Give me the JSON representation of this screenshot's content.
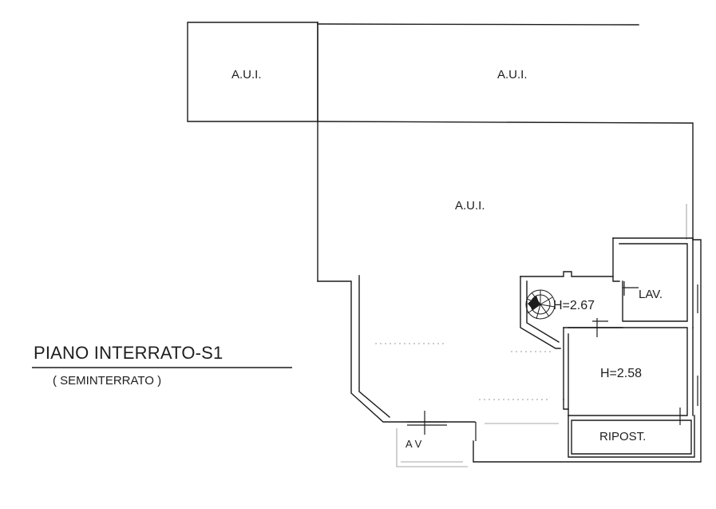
{
  "floor_title": "PIANO INTERRATO-S1",
  "floor_subtitle": "( SEMINTERRATO )",
  "rooms": {
    "aui_top_left": "A.U.I.",
    "aui_top_right": "A.U.I.",
    "aui_main": "A.U.I.",
    "lav": "LAV.",
    "ripost": "RIPOST."
  },
  "heights": {
    "stair_area": "H=2.67",
    "room": "H=2.58"
  },
  "stamp": "A V"
}
